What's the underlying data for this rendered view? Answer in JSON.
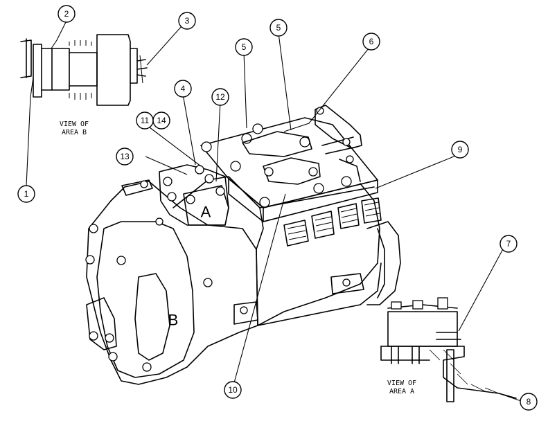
{
  "views": {
    "area_b": {
      "line1": "VIEW OF",
      "line2": "AREA B"
    },
    "area_a": {
      "line1": "VIEW OF",
      "line2": "AREA A"
    }
  },
  "area_labels": {
    "a": "A",
    "b": "B"
  },
  "callouts": {
    "c1": "1",
    "c2": "2",
    "c3": "3",
    "c4": "4",
    "c5a": "5",
    "c5b": "5",
    "c6": "6",
    "c7": "7",
    "c8": "8",
    "c9": "9",
    "c10": "10",
    "c11": "11",
    "c12": "12",
    "c13": "13",
    "c14": "14"
  }
}
